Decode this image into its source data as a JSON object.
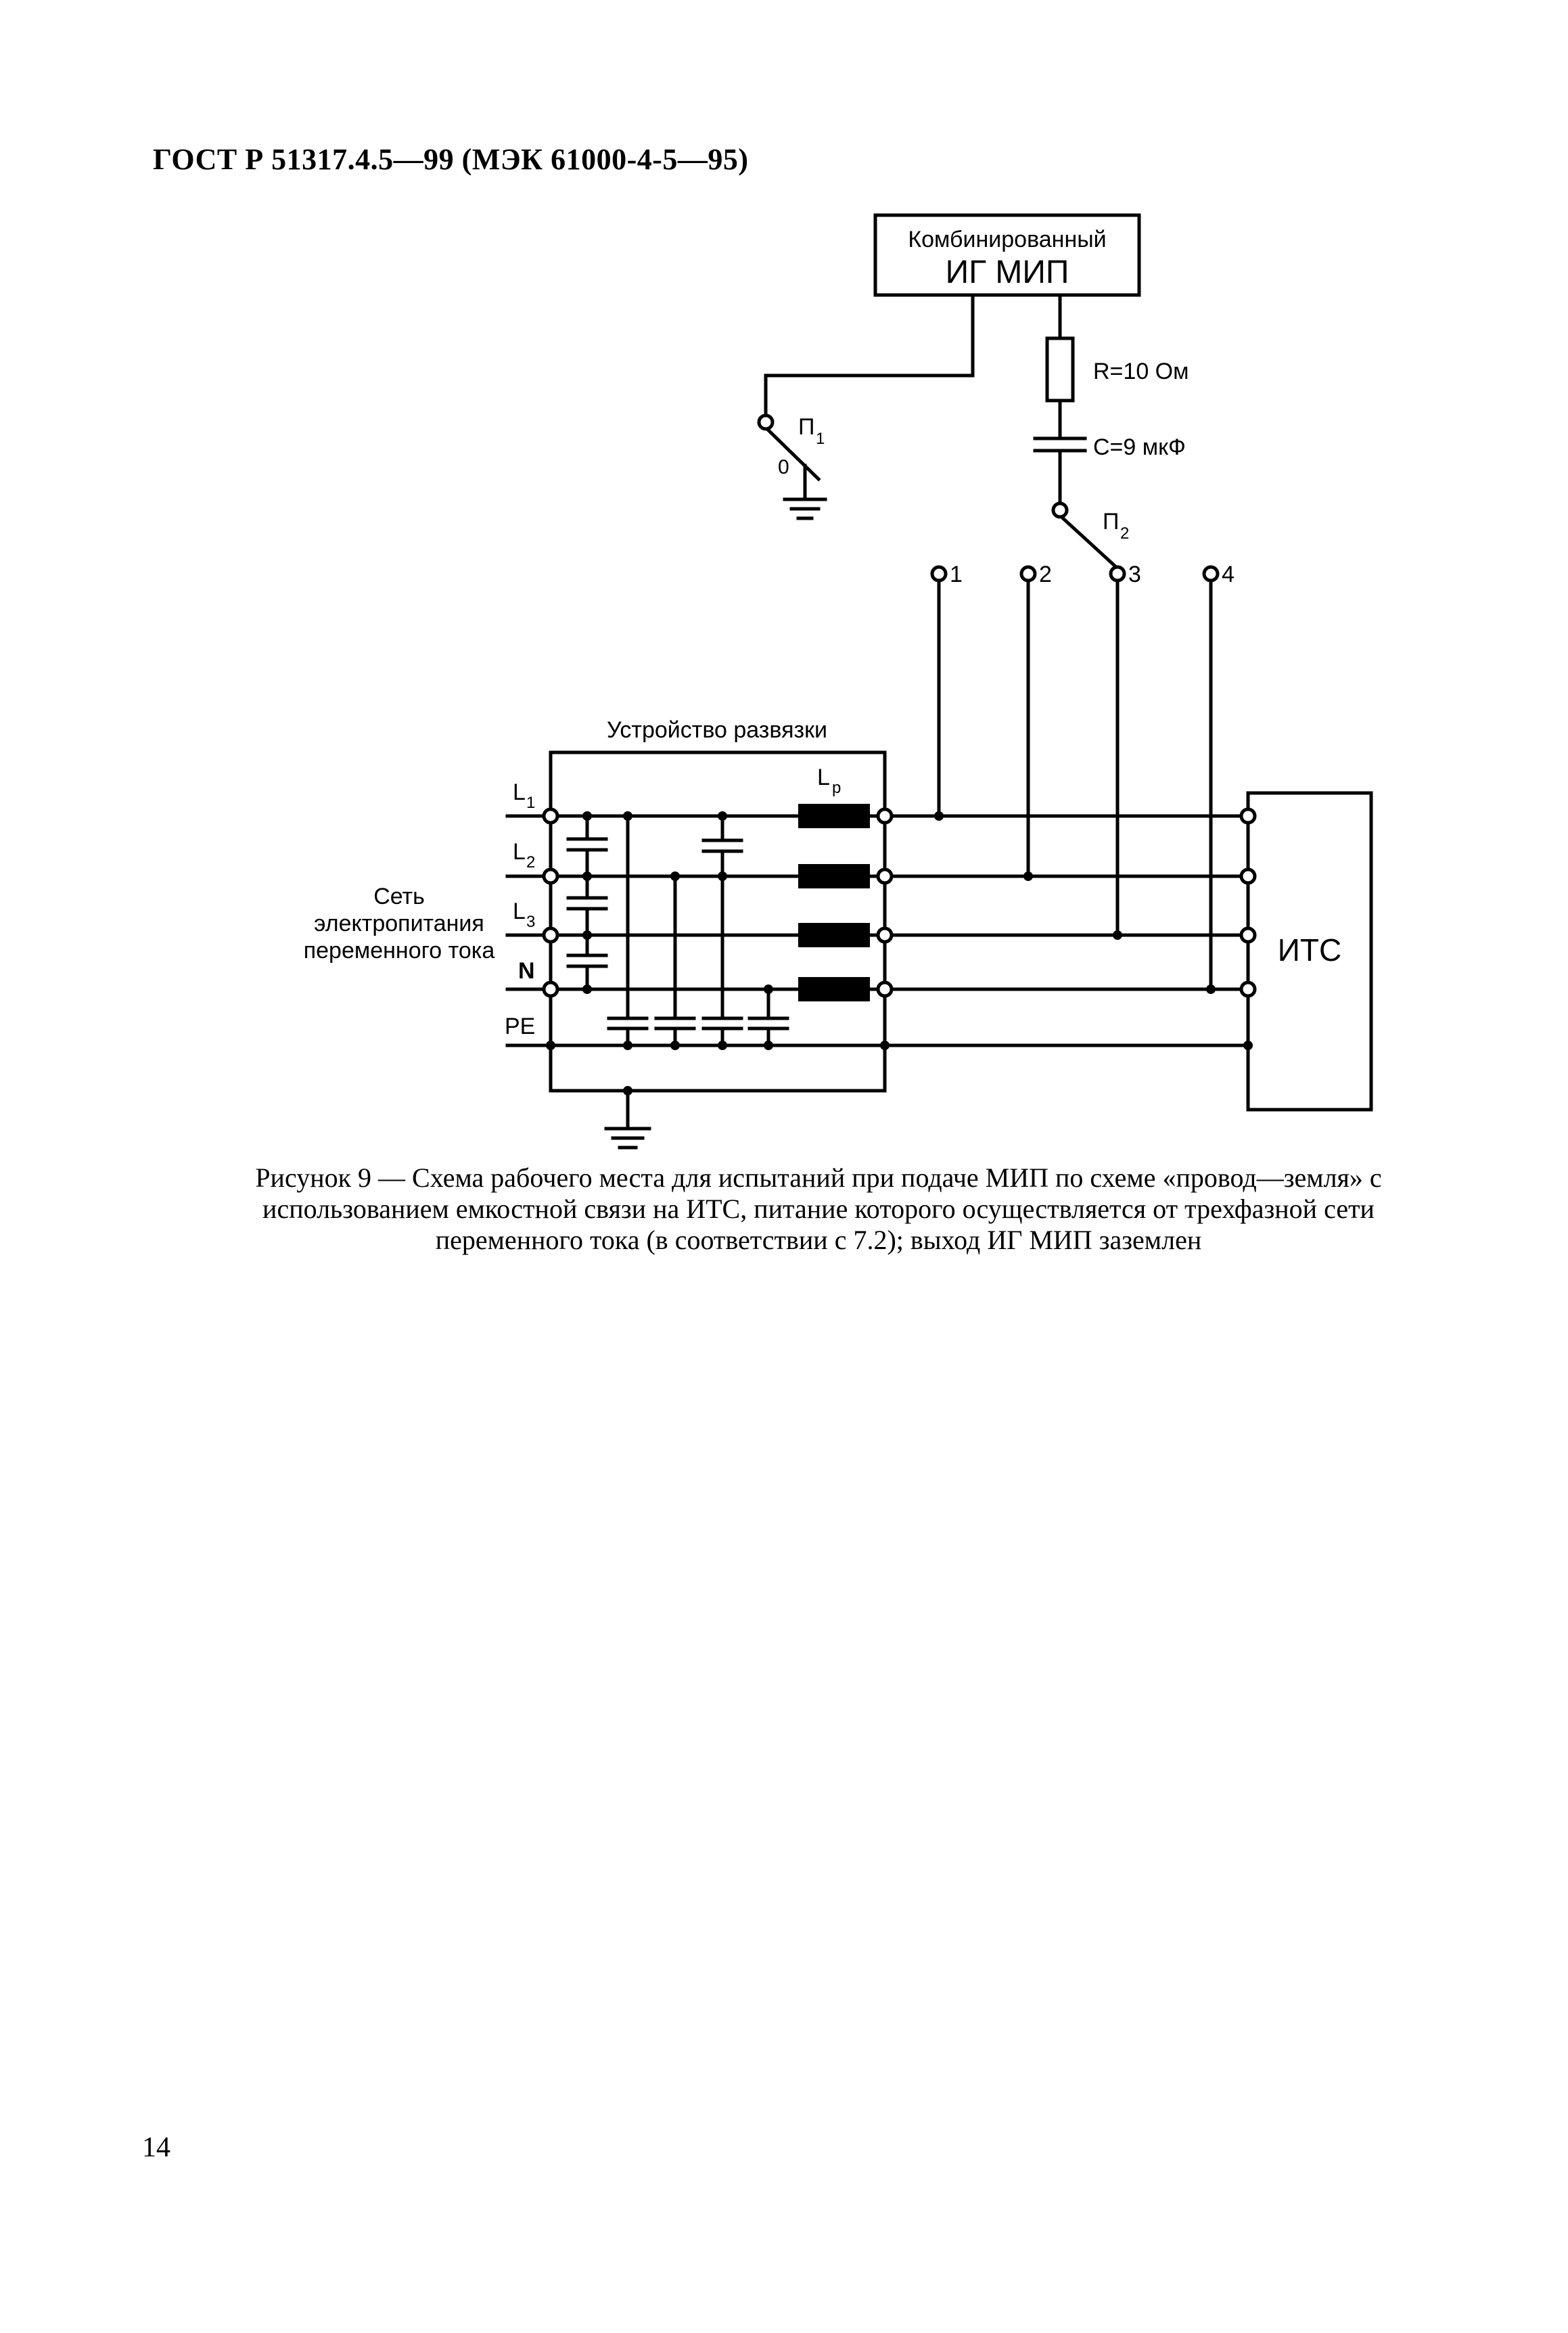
{
  "header": {
    "title": "ГОСТ Р 51317.4.5—99 (МЭК 61000-4-5—95)"
  },
  "figure": {
    "generator": {
      "line1": "Комбинированный",
      "line2": "ИГ МИП"
    },
    "resistor_label": "R=10 Ом",
    "capacitor_label": "C=9 мкФ",
    "switch1": {
      "name": "П",
      "sub": "1",
      "zero": "0"
    },
    "switch2": {
      "name": "П",
      "sub": "2"
    },
    "terminals": [
      "1",
      "2",
      "3",
      "4"
    ],
    "decoupling_label": "Устройство развязки",
    "inductor": {
      "name": "L",
      "sub": "p"
    },
    "lines": [
      {
        "name": "L",
        "sub": "1"
      },
      {
        "name": "L",
        "sub": "2"
      },
      {
        "name": "L",
        "sub": "3"
      },
      {
        "name": "N",
        "sub": ""
      },
      {
        "name": "PE",
        "sub": ""
      }
    ],
    "mains": {
      "line1": "Сеть",
      "line2": "электропитания",
      "line3": "переменного тока"
    },
    "eut_label": "ИТС"
  },
  "caption": {
    "line1": "Рисунок 9 — Схема рабочего места для испытаний при подаче МИП по схеме «провод—земля» с",
    "line2": "использованием емкостной связи на ИТС, питание которого осуществляется от трехфазной сети",
    "line3": "переменного тока (в соответствии с 7.2); выход ИГ МИП заземлен"
  },
  "page_number": "14"
}
